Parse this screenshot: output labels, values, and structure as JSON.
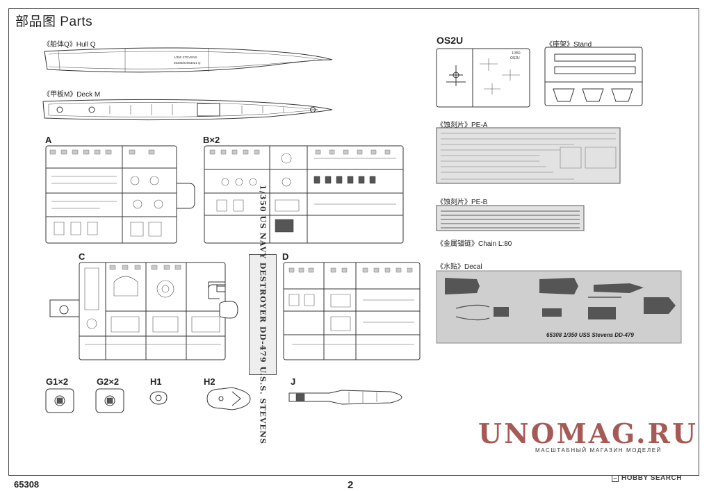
{
  "page": {
    "title": "部品图 Parts",
    "product_code": "65308",
    "page_number": "2"
  },
  "parts": {
    "hull": {
      "label": "《船体Q》Hull Q",
      "print_line1": "1/350 STEVENS",
      "print_line2": "65308/22063021 Q"
    },
    "deck": {
      "label": "《甲板M》Deck M"
    },
    "sprue_a": {
      "label": "A"
    },
    "sprue_b": {
      "label": "B×2"
    },
    "sprue_c": {
      "label": "C"
    },
    "sprue_d": {
      "label": "D"
    },
    "os2u": {
      "label": "OS2U",
      "scale_tag": "1/350",
      "code_tag": "OS2U"
    },
    "stand": {
      "label": "《座架》Stand"
    },
    "pe_a": {
      "label": "《蚀刻片》PE-A"
    },
    "pe_b": {
      "label": "《蚀刻片》PE-B"
    },
    "chain": {
      "label": "《金属锚链》Chain  L:80"
    },
    "decal": {
      "label": "《水贴》Decal",
      "caption": "65308 1/350 USS Stevens DD-479"
    },
    "g1": {
      "label": "G1×2"
    },
    "g2": {
      "label": "G2×2"
    },
    "h1": {
      "label": "H1"
    },
    "h2": {
      "label": "H2"
    },
    "j": {
      "label": "J"
    },
    "nameplate": {
      "text": "1/350 US NAVY DESTROYER DD-479  U.S.S. STEVENS"
    }
  },
  "watermark": {
    "brand": "UNOMAG.RU",
    "tagline": "МАСШТАБНЫЙ МАГАЗИН МОДЕЛЕЙ"
  },
  "source_credit": {
    "text": "HOBBY SEARCH",
    "icon": "hobby-search-logo-icon"
  }
}
